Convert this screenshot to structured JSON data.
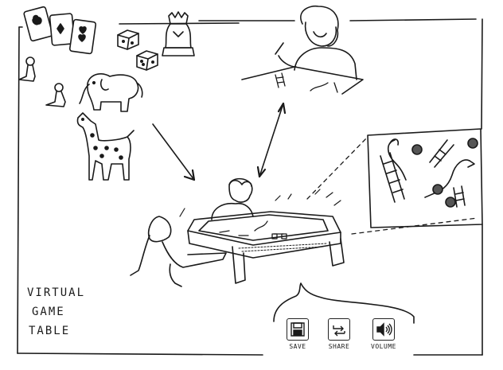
{
  "title": {
    "lines": [
      "VIRTUAL",
      "GAME",
      "TABLE"
    ]
  },
  "toolbar": {
    "buttons": [
      {
        "label": "SAVE",
        "icon": "floppy-disk-icon"
      },
      {
        "label": "SHARE",
        "icon": "share-arrows-icon"
      },
      {
        "label": "VOLUME",
        "icon": "speaker-volume-icon"
      }
    ]
  },
  "colors": {
    "ink": "#1a1a1a",
    "paper": "#ffffff"
  }
}
